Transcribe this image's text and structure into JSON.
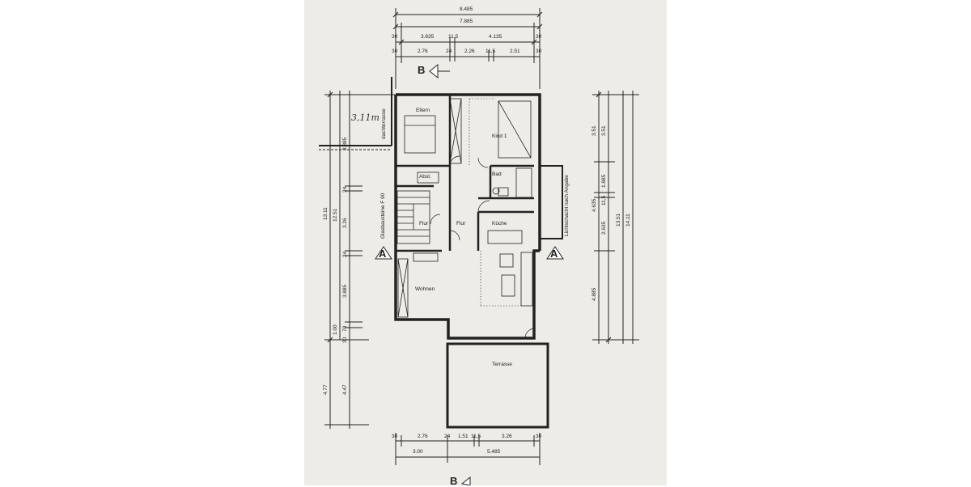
{
  "colors": {
    "paper": "#eeece7",
    "ink": "#222222",
    "background": "#ffffff"
  },
  "rooms": {
    "eltern": "Eltern",
    "kind1": "Kind 1",
    "abst": "Abst.",
    "bad": "Bad",
    "flur_left": "Flur",
    "flur_center": "Flur",
    "kueche": "Küche",
    "wohnen": "Wohnen",
    "terrasse": "Terrasse"
  },
  "annotations": {
    "glasbausteine": "Glasbausteine F 90",
    "lichtschacht": "Lichtschacht nach Angabe",
    "dachterrasse": "dachterrasse",
    "handwritten": "3,11m"
  },
  "section_marks": {
    "a_left": "A",
    "a_right": "A",
    "b_top": "B",
    "b_bottom": "B"
  },
  "dims_top": {
    "row1": "8.485",
    "row2": "7.885",
    "row3": [
      "30",
      "3.635",
      "11,5",
      "4.135",
      "30"
    ],
    "row4": [
      "30",
      "2.76",
      "24",
      "2.26",
      "11,5",
      "2.51",
      "30"
    ]
  },
  "dims_bottom": {
    "row1": [
      "30",
      "2.76",
      "24",
      "1.51",
      "11,5",
      "3.26",
      "30"
    ],
    "row2": [
      "3.00",
      "5.485"
    ]
  },
  "dims_left": {
    "outer": [
      "13.11",
      "4.77"
    ],
    "mid": [
      "12.51",
      "1.00"
    ],
    "inner": [
      "3.885",
      "24",
      "3.26",
      "24",
      "3.885",
      "70",
      "30",
      "4.47"
    ]
  },
  "dims_right": {
    "outer": "14.11",
    "mid": "13.51",
    "inner": [
      "3.51",
      "4.635",
      "4.885"
    ],
    "fine": [
      "3.51",
      "1.885",
      "11,5",
      "2.635"
    ]
  }
}
